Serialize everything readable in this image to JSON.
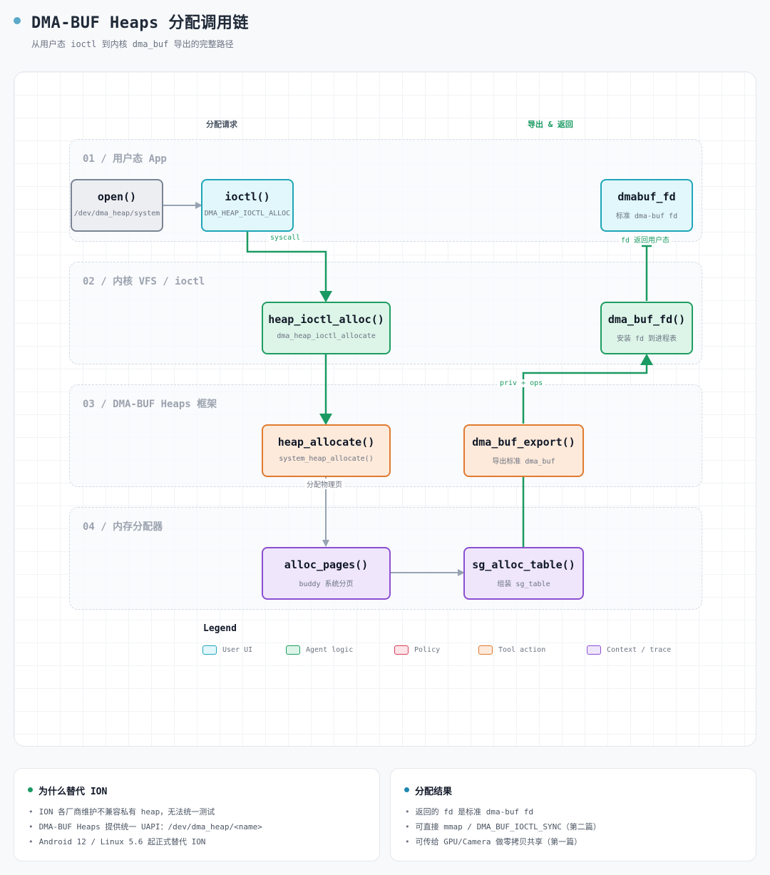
{
  "header": {
    "title": "DMA-BUF Heaps 分配调用链",
    "subtitle": "从用户态 ioctl 到内核 dma_buf 导出的完整路径"
  },
  "columns": {
    "left": "分配请求",
    "right": "导出 & 返回"
  },
  "lanes": [
    {
      "id": "lane-user",
      "title": "01 / 用户态 App"
    },
    {
      "id": "lane-vfs",
      "title": "02 / 内核 VFS / ioctl"
    },
    {
      "id": "lane-framework",
      "title": "03 / DMA-BUF Heaps 框架"
    },
    {
      "id": "lane-allocator",
      "title": "04 / 内存分配器"
    }
  ],
  "nodes": {
    "open": {
      "title": "open()",
      "sub": "/dev/dma_heap/system"
    },
    "ioctl": {
      "title": "ioctl()",
      "sub": "DMA_HEAP_IOCTL_ALLOC"
    },
    "dmabuf_fd": {
      "title": "dmabuf_fd",
      "sub": "标准 dma-buf fd"
    },
    "heap_ioctl_alloc": {
      "title": "heap_ioctl_alloc()",
      "sub": "dma_heap_ioctl_allocate"
    },
    "dma_buf_fd": {
      "title": "dma_buf_fd()",
      "sub": "安装 fd 到进程表"
    },
    "heap_allocate": {
      "title": "heap_allocate()",
      "sub": "system_heap_allocate()"
    },
    "dma_buf_export": {
      "title": "dma_buf_export()",
      "sub": "导出标准 dma_buf"
    },
    "alloc_pages": {
      "title": "alloc_pages()",
      "sub": "buddy 系统分页"
    },
    "sg_alloc_table": {
      "title": "sg_alloc_table()",
      "sub": "组装 sg_table"
    }
  },
  "edges": {
    "syscall": "syscall",
    "fd_return": "fd 返回用户态",
    "priv_ops": "priv + ops",
    "alloc_pages_label": "分配物理页"
  },
  "legend": {
    "title": "Legend",
    "items": [
      {
        "label": "User UI",
        "color": "#1fa6b8",
        "fill": "#e1f7fb"
      },
      {
        "label": "Agent logic",
        "color": "#1f9d61",
        "fill": "#dcf5e8"
      },
      {
        "label": "Policy",
        "color": "#d6405a",
        "fill": "#fde4e8"
      },
      {
        "label": "Tool action",
        "color": "#e07a2f",
        "fill": "#fdeadb"
      },
      {
        "label": "Context / trace",
        "color": "#8b4fd1",
        "fill": "#efe6fb"
      }
    ]
  },
  "colors": {
    "accent_green": "#1a9a62",
    "arrow_gray": "#97a3b3",
    "header_dot": "#5aa9c9",
    "card_dot_green": "#1a9a62",
    "card_dot_blue": "#1f86b0"
  },
  "cards": [
    {
      "title": "为什么替代 ION",
      "items": [
        "ION 各厂商维护不兼容私有 heap，无法统一测试",
        "DMA-BUF Heaps 提供统一 UAPI：/dev/dma_heap/<name>",
        "Android 12 / Linux 5.6 起正式替代 ION"
      ]
    },
    {
      "title": "分配结果",
      "items": [
        "返回的 fd 是标准 dma-buf fd",
        "可直接 mmap / DMA_BUF_IOCTL_SYNC（第二篇）",
        "可传给 GPU/Camera 做零拷贝共享（第一篇）"
      ]
    }
  ]
}
